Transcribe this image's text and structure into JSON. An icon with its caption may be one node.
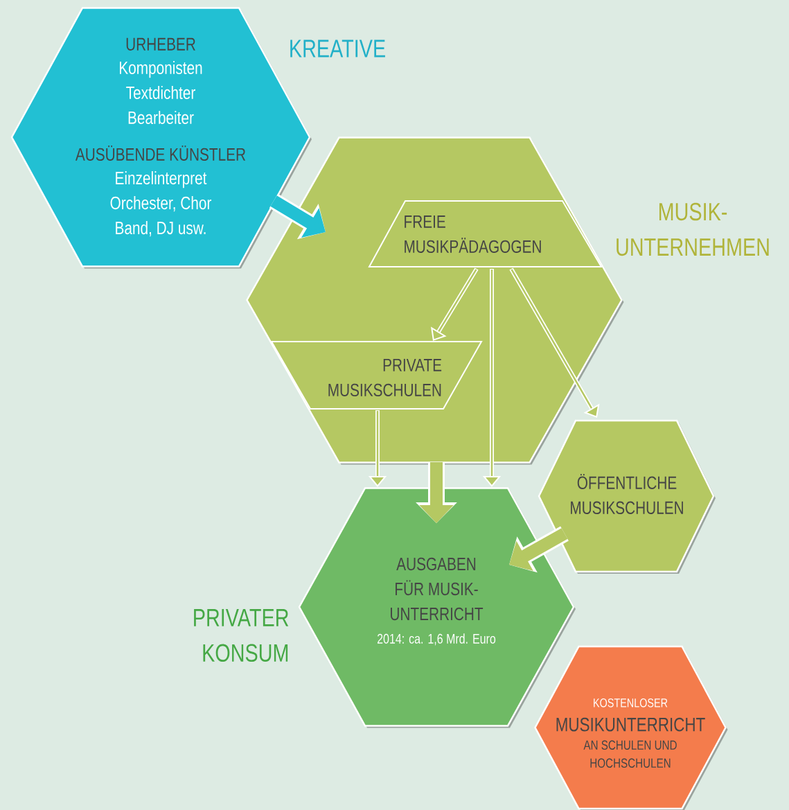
{
  "diagram": {
    "nodes": [
      {
        "text": [
          "URHEBER",
          "Komponisten Textdichter Bearbeiter",
          "AUSÜBENDE KÜNSTLER",
          "Einzelinterpret Orchester, Chor Band, DJ usw."
        ],
        "beside": [
          "KREATIVE"
        ]
      },
      {
        "text": [],
        "shape": "hexagon",
        "beside": [
          "MUSIK- UNTERNEHMEN"
        ]
      },
      {
        "text": [
          "FREIE MUSIKPÄDAGOGEN"
        ],
        "in": 1
      },
      {
        "text": [
          "PRIVATE MUSIKSCHULEN"
        ],
        "in": 1
      },
      {
        "text": [
          "AUSGABEN FÜR MUSIK- UNTERRICHT",
          "2014: ca. 1,6 Mrd. Euro"
        ],
        "beside": [
          "PRIVATER KONSUM"
        ]
      },
      {
        "text": [
          "ÖFFENTLICHE MUSIKSCHULEN"
        ]
      },
      {
        "text": [
          "KOSTENLOSER",
          "MUSIKUNTERRICHT",
          "AN SCHULEN UND HOCHSCHULEN"
        ]
      }
    ],
    "edges": [
      {
        "from": 0,
        "to": 1,
        "arrow": "to",
        "style": "thick",
        "color": "#22c0d3"
      },
      {
        "from": 2,
        "to": 3,
        "arrow": "to"
      },
      {
        "from": 2,
        "to": 4,
        "arrow": "to"
      },
      {
        "from": 2,
        "to": 5,
        "arrow": "to"
      },
      {
        "from": 3,
        "to": 4,
        "arrow": "to"
      },
      {
        "from": 1,
        "to": 4,
        "arrow": "to",
        "style": "thick",
        "color": "#b5c862"
      },
      {
        "from": 5,
        "to": 4,
        "arrow": "to",
        "style": "thick",
        "color": "#b5c862"
      }
    ]
  }
}
